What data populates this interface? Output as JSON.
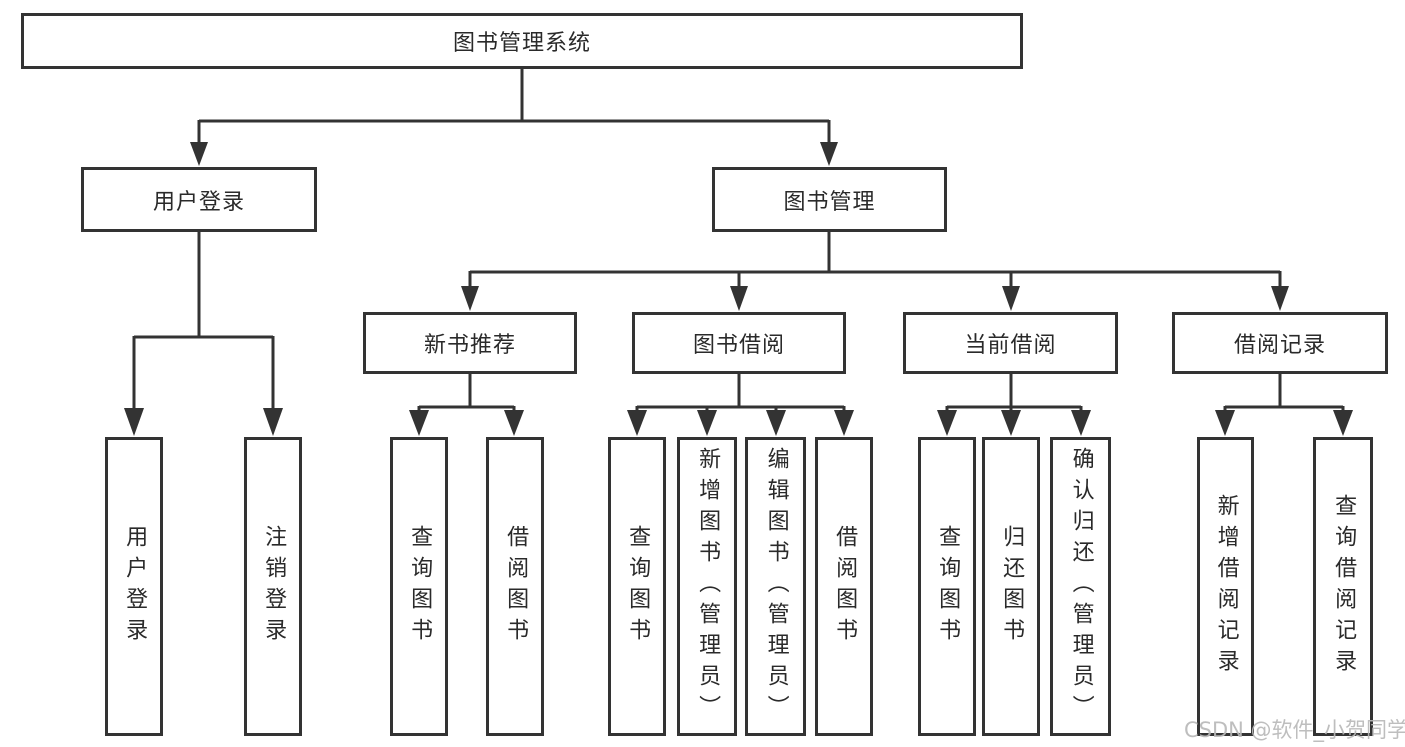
{
  "title": "图书管理系统",
  "tree": {
    "label": "图书管理系统",
    "children": [
      {
        "label": "用户登录",
        "children": [
          {
            "label": "用户登录"
          },
          {
            "label": "注销登录"
          }
        ]
      },
      {
        "label": "图书管理",
        "children": [
          {
            "label": "新书推荐",
            "children": [
              {
                "label": "查询图书"
              },
              {
                "label": "借阅图书"
              }
            ]
          },
          {
            "label": "图书借阅",
            "children": [
              {
                "label": "查询图书"
              },
              {
                "label": "新增图书（管理员）"
              },
              {
                "label": "编辑图书（管理员）"
              },
              {
                "label": "借阅图书"
              }
            ]
          },
          {
            "label": "当前借阅",
            "children": [
              {
                "label": "查询图书"
              },
              {
                "label": "归还图书"
              },
              {
                "label": "确认归还（管理员）"
              }
            ]
          },
          {
            "label": "借阅记录",
            "children": [
              {
                "label": "新增借阅记录"
              },
              {
                "label": "查询借阅记录"
              }
            ]
          }
        ]
      }
    ]
  },
  "watermark": "CSDN @软件_小贺同学",
  "colors": {
    "line": "#333333",
    "text": "#2a2a2a",
    "background": "#ffffff",
    "watermark": "#b9b9b9"
  }
}
